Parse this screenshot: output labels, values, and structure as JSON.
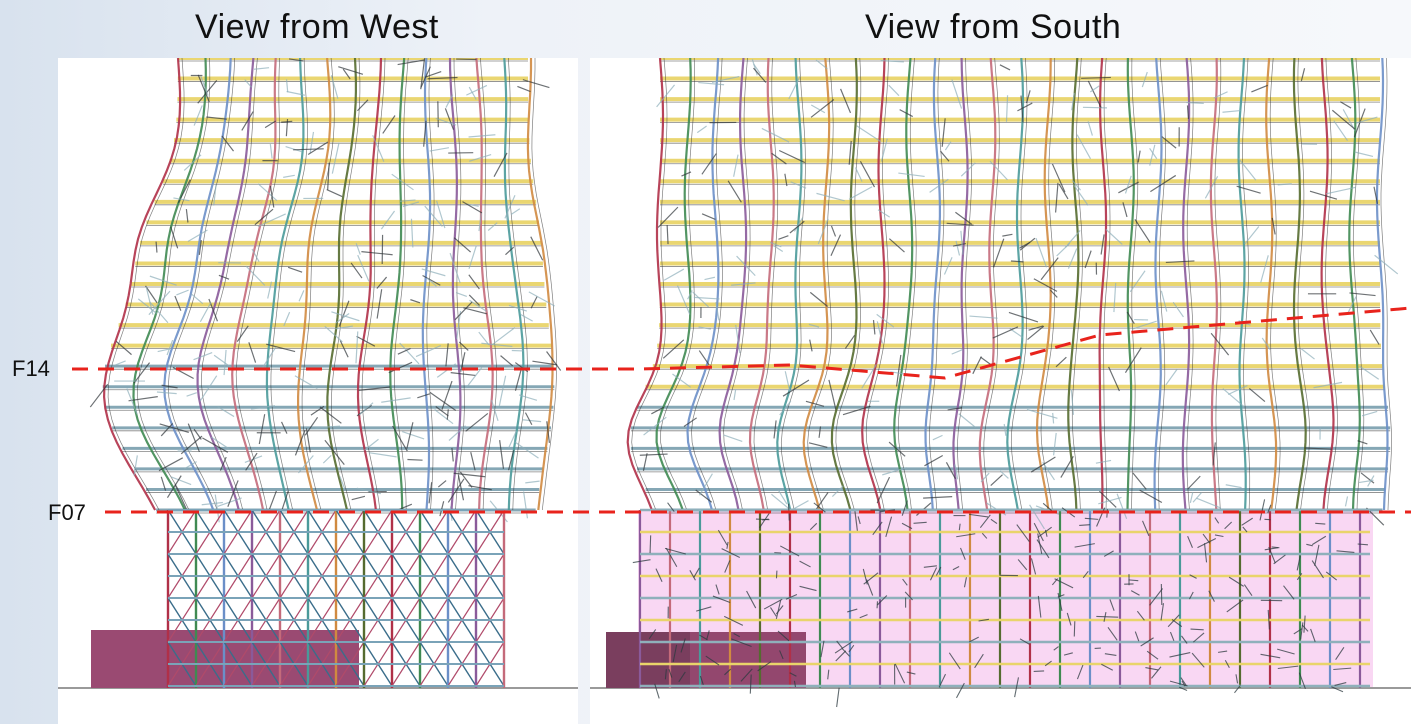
{
  "titles": {
    "west": "View from West",
    "south": "View from South"
  },
  "floors": {
    "upper": "F14",
    "lower": "F07"
  },
  "colors": {
    "cut_line": "#e8231c",
    "podium": "#9a4a72",
    "pink_fill": "#f6c6ee",
    "beam_yellow": "#e9d46a",
    "beam_steel": "#7fa3b2",
    "column_red": "#b03048",
    "column_green": "#3f8a52"
  }
}
